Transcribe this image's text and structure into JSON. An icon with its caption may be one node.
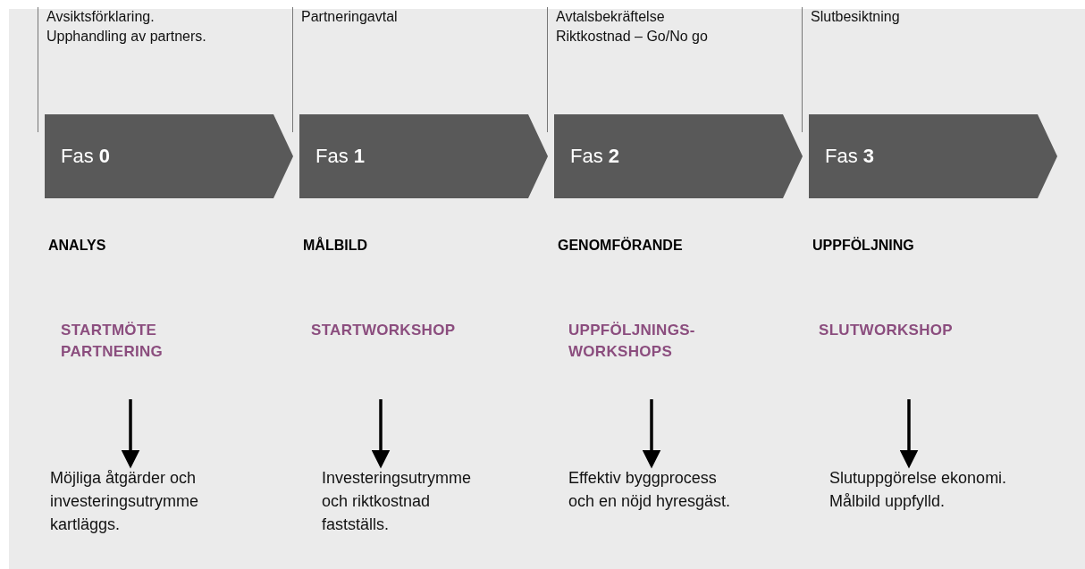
{
  "diagram": {
    "nodes": [
      {
        "text": [
          "Fas **0**"
        ]
      },
      {
        "text": [
          "STARTMÖTE PARTNERING"
        ]
      },
      {
        "text": [
          "Möjliga åtgärder och investeringsutrymme kartläggs."
        ]
      },
      {
        "text": [
          "Fas **1**"
        ]
      },
      {
        "text": [
          "STARTWORKSHOP"
        ]
      },
      {
        "text": [
          "Investeringsutrymme och riktkostnad fastställs."
        ]
      },
      {
        "text": [
          "Fas **2**"
        ]
      },
      {
        "text": [
          "UPPFÖLJNINGS- WORKSHOPS"
        ]
      },
      {
        "text": [
          "Effektiv byggprocess och en nöjd hyresgäst."
        ]
      },
      {
        "text": [
          "Fas **3**"
        ]
      },
      {
        "text": [
          "SLUTWORKSHOP"
        ]
      },
      {
        "text": [
          "Slutuppgörelse ekonomi. Målbild uppfylld."
        ]
      }
    ],
    "edges": [
      {
        "from": 1,
        "to": 2,
        "arrow": "to"
      },
      {
        "from": 4,
        "to": 5,
        "arrow": "to"
      },
      {
        "from": 7,
        "to": 8,
        "arrow": "to"
      },
      {
        "from": 10,
        "to": 11,
        "arrow": "to"
      }
    ],
    "labels": [
      "Avsiktsförklaring. Upphandling av partners.",
      "Partneringavtal",
      "Avtalsbekräftelse Riktkostnad – Go/No go",
      "Slutbesiktning",
      "ANALYS",
      "MÅLBILD",
      "GENOMFÖRANDE",
      "UPPFÖLJNING"
    ]
  }
}
